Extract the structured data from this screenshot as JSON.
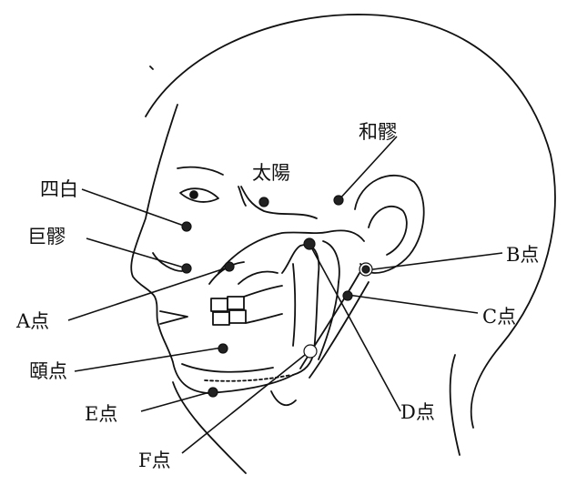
{
  "labels": {
    "taiyo": "太陽",
    "wa_ryo": "和髎",
    "shihaku": "四白",
    "kyoryo": "巨髎",
    "point_a": "A点",
    "point_b": "B点",
    "point_c": "C点",
    "point_d": "D点",
    "point_e": "E点",
    "point_f": "F点",
    "kyo_point": "頤点"
  },
  "colors": {
    "ink": "#111111",
    "background": "#ffffff",
    "marker": "#222222"
  }
}
